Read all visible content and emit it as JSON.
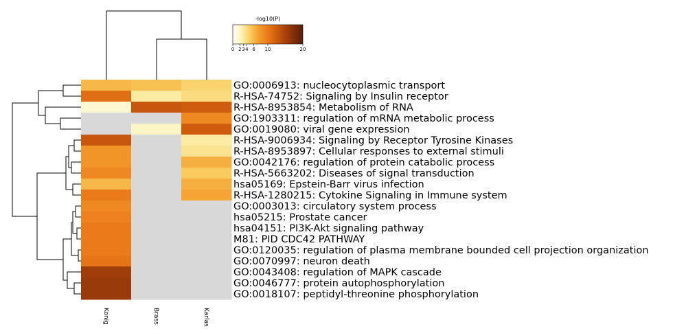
{
  "chart_data": {
    "type": "heatmap",
    "colorbar": {
      "title": "-log10(P)",
      "ticks": [
        0,
        2,
        3,
        4,
        6,
        10,
        20
      ],
      "tick_labels": [
        "0",
        "2",
        "3",
        "4",
        "6",
        "10",
        "20"
      ],
      "range": [
        0,
        20
      ]
    },
    "columns": [
      "Konig",
      "Brass",
      "Karlas"
    ],
    "rows": [
      "GO:0006913: nucleocytoplasmic transport",
      "R-HSA-74752: Signaling by Insulin receptor",
      "R-HSA-8953854: Metabolism of RNA",
      "GO:1903311: regulation of mRNA metabolic process",
      "GO:0019080: viral gene expression",
      "R-HSA-9006934: Signaling by Receptor Tyrosine Kinases",
      "R-HSA-8953897: Cellular responses to external stimuli",
      "GO:0042176: regulation of protein catabolic process",
      "R-HSA-5663202: Diseases of signal transduction",
      "hsa05169: Epstein-Barr virus infection",
      "R-HSA-1280215: Cytokine Signaling in Immune system",
      "GO:0003013: circulatory system process",
      "hsa05215: Prostate cancer",
      "hsa04151: PI3K-Akt signaling pathway",
      "M81: PID CDC42 PATHWAY",
      "GO:0120035: regulation of plasma membrane bounded cell projection organization",
      "GO:0070997: neuron death",
      "GO:0043408: regulation of MAPK cascade",
      "GO:0046777: protein autophosphorylation",
      "GO:0018107: peptidyl-threonine phosphorylation"
    ],
    "values": [
      [
        6,
        5.5,
        4.5
      ],
      [
        11,
        3,
        4
      ],
      [
        1.5,
        13,
        12.5
      ],
      [
        null,
        null,
        9
      ],
      [
        null,
        2,
        12.5
      ],
      [
        13,
        null,
        3
      ],
      [
        8,
        null,
        3.5
      ],
      [
        8,
        null,
        6.5
      ],
      [
        9,
        null,
        5
      ],
      [
        6,
        null,
        6.5
      ],
      [
        10,
        null,
        7
      ],
      [
        9,
        null,
        null
      ],
      [
        9.5,
        null,
        null
      ],
      [
        10,
        null,
        null
      ],
      [
        10,
        null,
        null
      ],
      [
        10,
        null,
        null
      ],
      [
        10.5,
        null,
        null
      ],
      [
        15.5,
        null,
        null
      ],
      [
        16,
        null,
        null
      ],
      [
        16,
        null,
        null
      ]
    ],
    "missing_color": "#d8d8d8",
    "colormap": [
      "#ffffff",
      "#fcf3b4",
      "#f8cb5c",
      "#f39c2c",
      "#ea7a1a",
      "#cf5c0c",
      "#a8420a",
      "#7f2d08",
      "#55200c"
    ]
  }
}
